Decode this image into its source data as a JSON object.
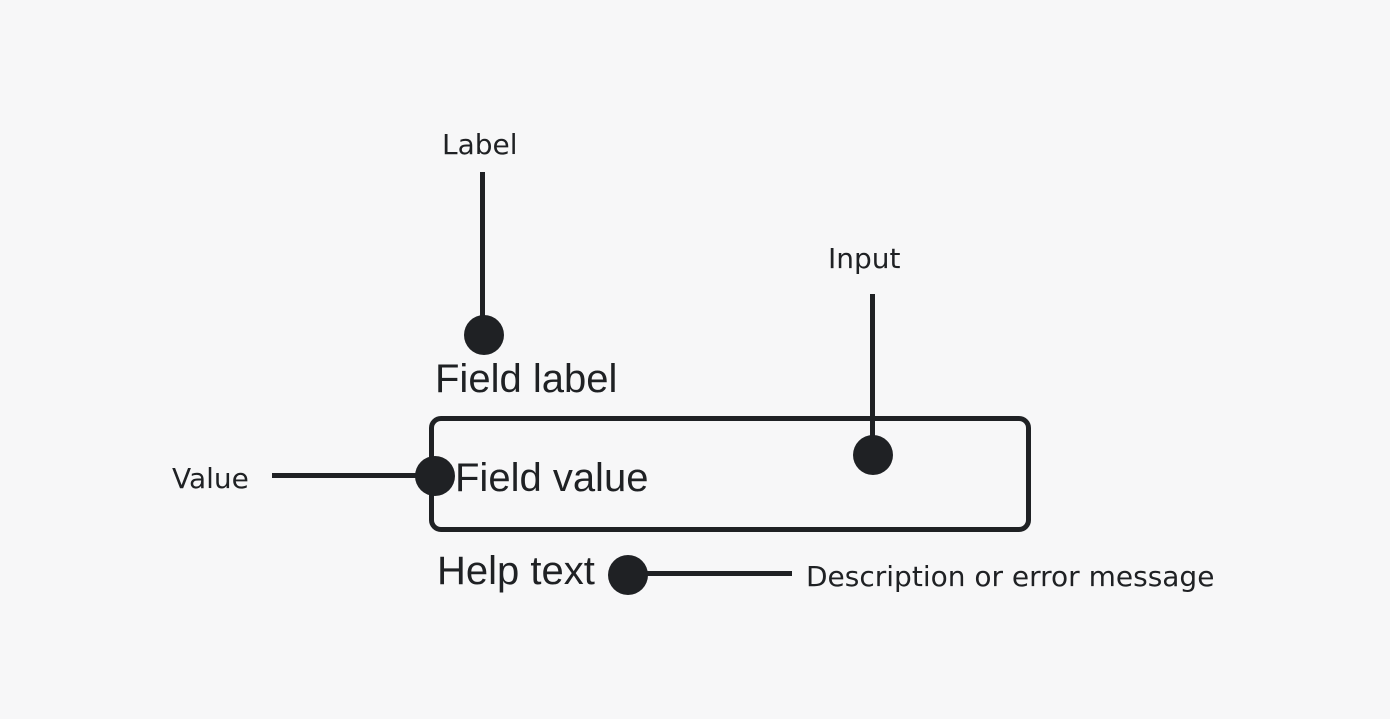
{
  "colors": {
    "background": "#f7f7f8",
    "ink": "#1f2124"
  },
  "diagram": {
    "field": {
      "label": "Field label",
      "value": "Field value",
      "help": "Help text"
    },
    "callouts": {
      "label": "Label",
      "input": "Input",
      "value": "Value",
      "description": "Description or error message"
    }
  }
}
